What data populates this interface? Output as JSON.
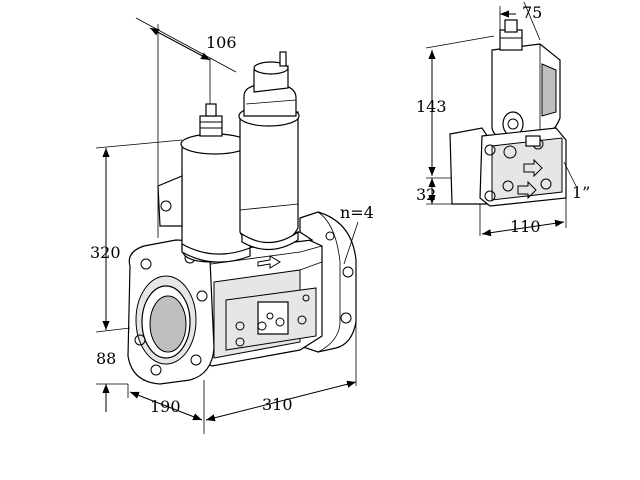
{
  "dimensions": {
    "top_width": "106",
    "height": "320",
    "lower_height": "88",
    "depth": "190",
    "length": "310",
    "flange_holes": "n=4",
    "small_top": "75",
    "small_height": "143",
    "small_lower": "32",
    "small_width": "110",
    "thread": "1”"
  }
}
